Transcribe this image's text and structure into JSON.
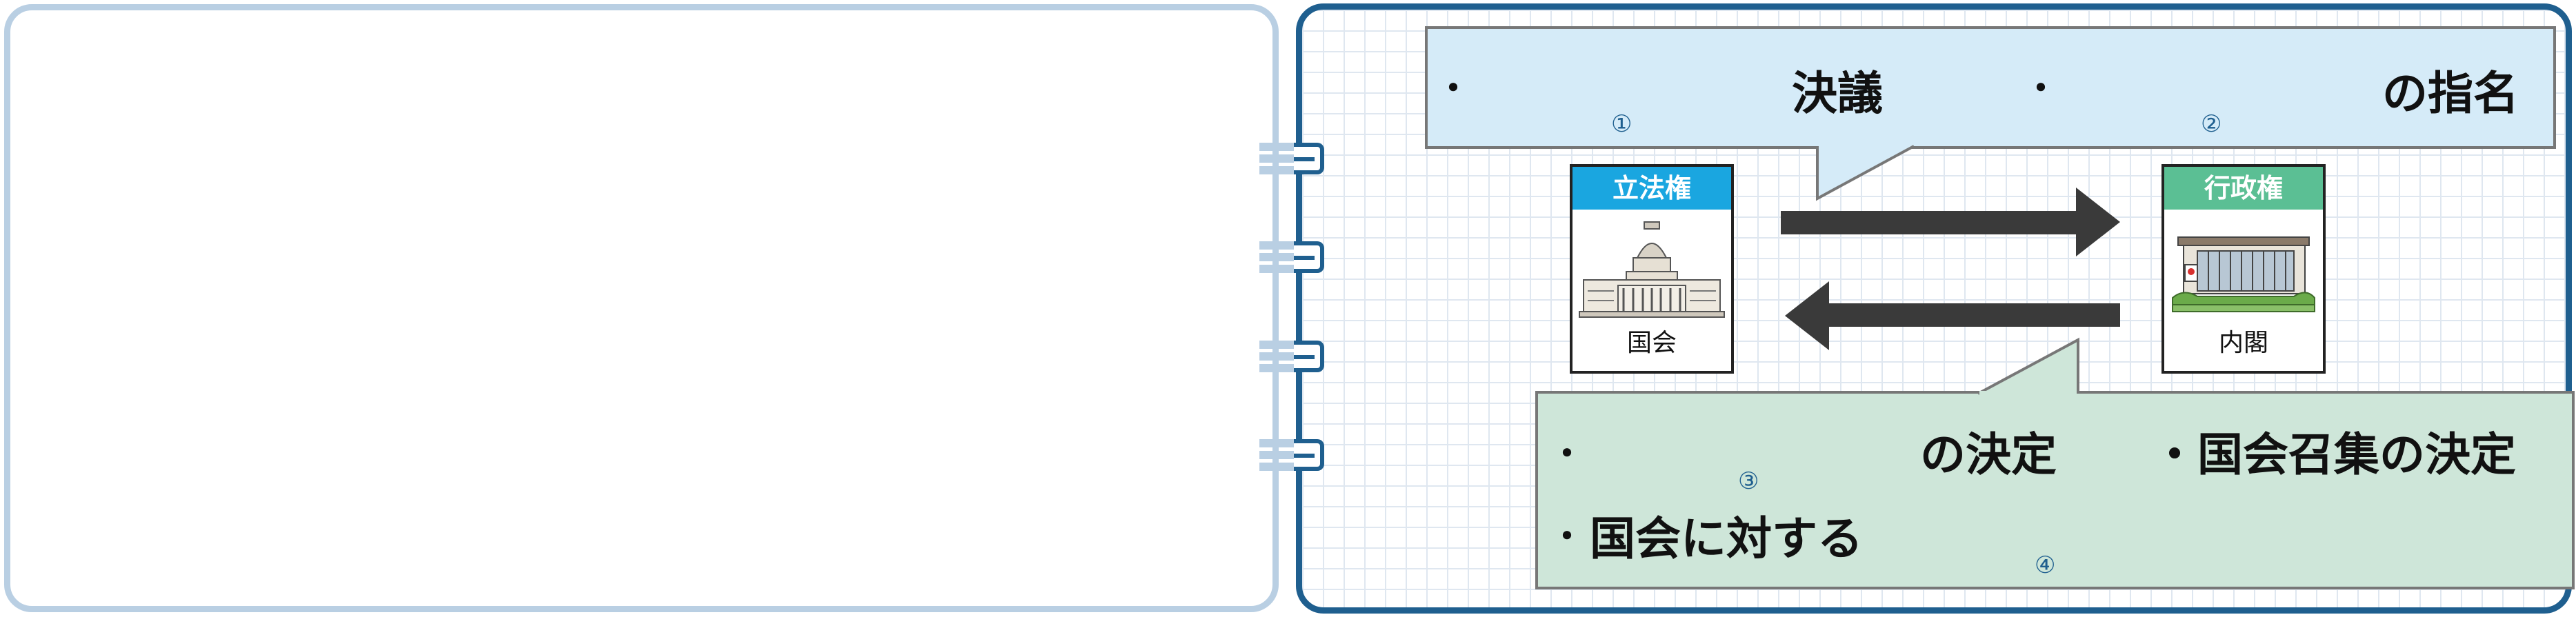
{
  "callout_top": {
    "bullet_1": "・",
    "text_1": "決議",
    "bullet_2": "・",
    "text_2": "の指名",
    "marker_1": "①",
    "marker_2": "②"
  },
  "callout_bottom": {
    "bullet_1": "・",
    "text_1": "の決定",
    "item_2": "・国会召集の決定",
    "bullet_3": "・",
    "text_3": "国会に対する",
    "marker_3": "③",
    "marker_4": "④"
  },
  "legislative": {
    "header": "立法権",
    "label": "国会",
    "header_color": "#1aa6e0",
    "icon": "diet-building-icon"
  },
  "executive": {
    "header": "行政権",
    "label": "内閣",
    "header_color": "#5bbf94",
    "icon": "cabinet-building-icon"
  },
  "colors": {
    "panel_border": "#1f5f8f",
    "left_border": "#b9cfe3",
    "arrow": "#3a3a3a"
  }
}
